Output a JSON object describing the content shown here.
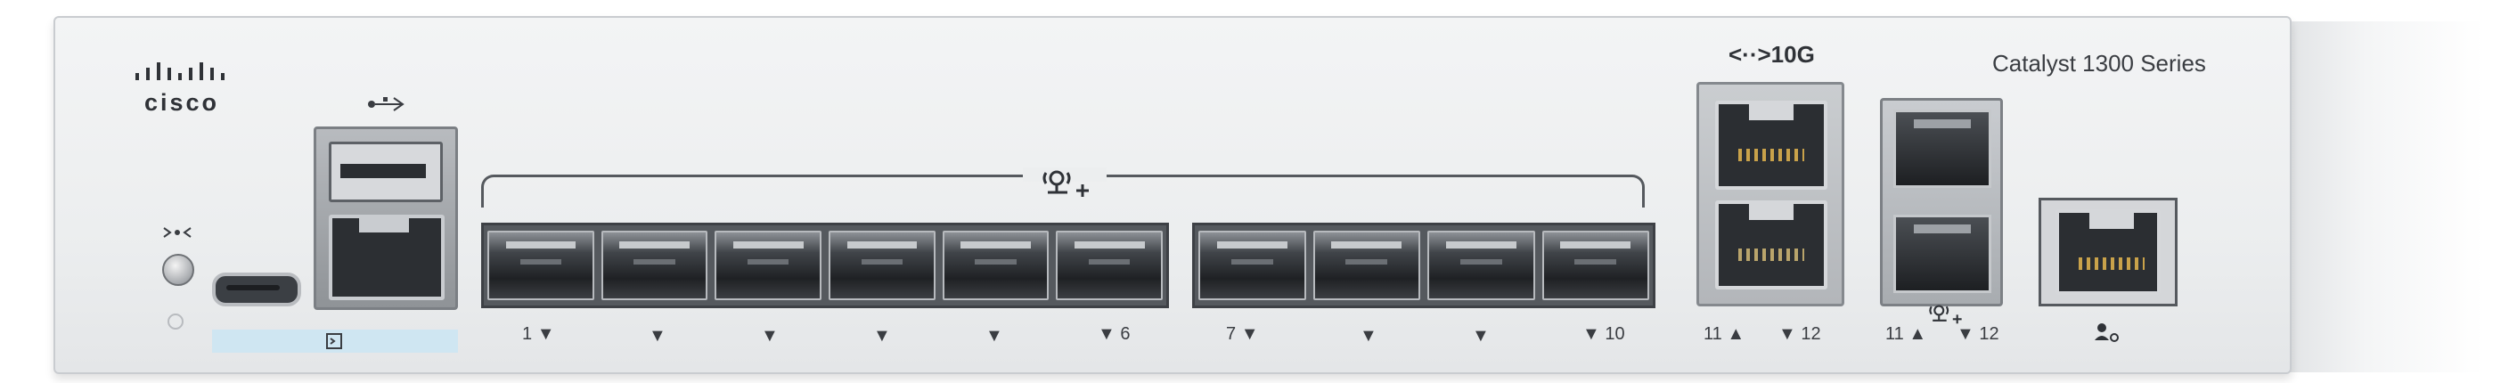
{
  "device": {
    "brand": "cisco",
    "model_text": "Catalyst 1300 Series"
  },
  "ports": {
    "sfp_group_a": {
      "first_label": "1",
      "last_label": "6",
      "count": 6
    },
    "sfp_group_b": {
      "first_label": "7",
      "last_label": "10",
      "count": 4
    },
    "tengig_header": "<··>10G",
    "tengig_labels": {
      "left": "11",
      "right": "12"
    },
    "combo_labels": {
      "left": "11",
      "right": "12"
    }
  },
  "icons": {
    "poe": "poe-plus-icon",
    "usb": "usb-icon",
    "reset": "reset-icon",
    "console": "console-icon",
    "management": "management-user-icon",
    "down_arrow": "▼",
    "up_arrow": "▲"
  }
}
